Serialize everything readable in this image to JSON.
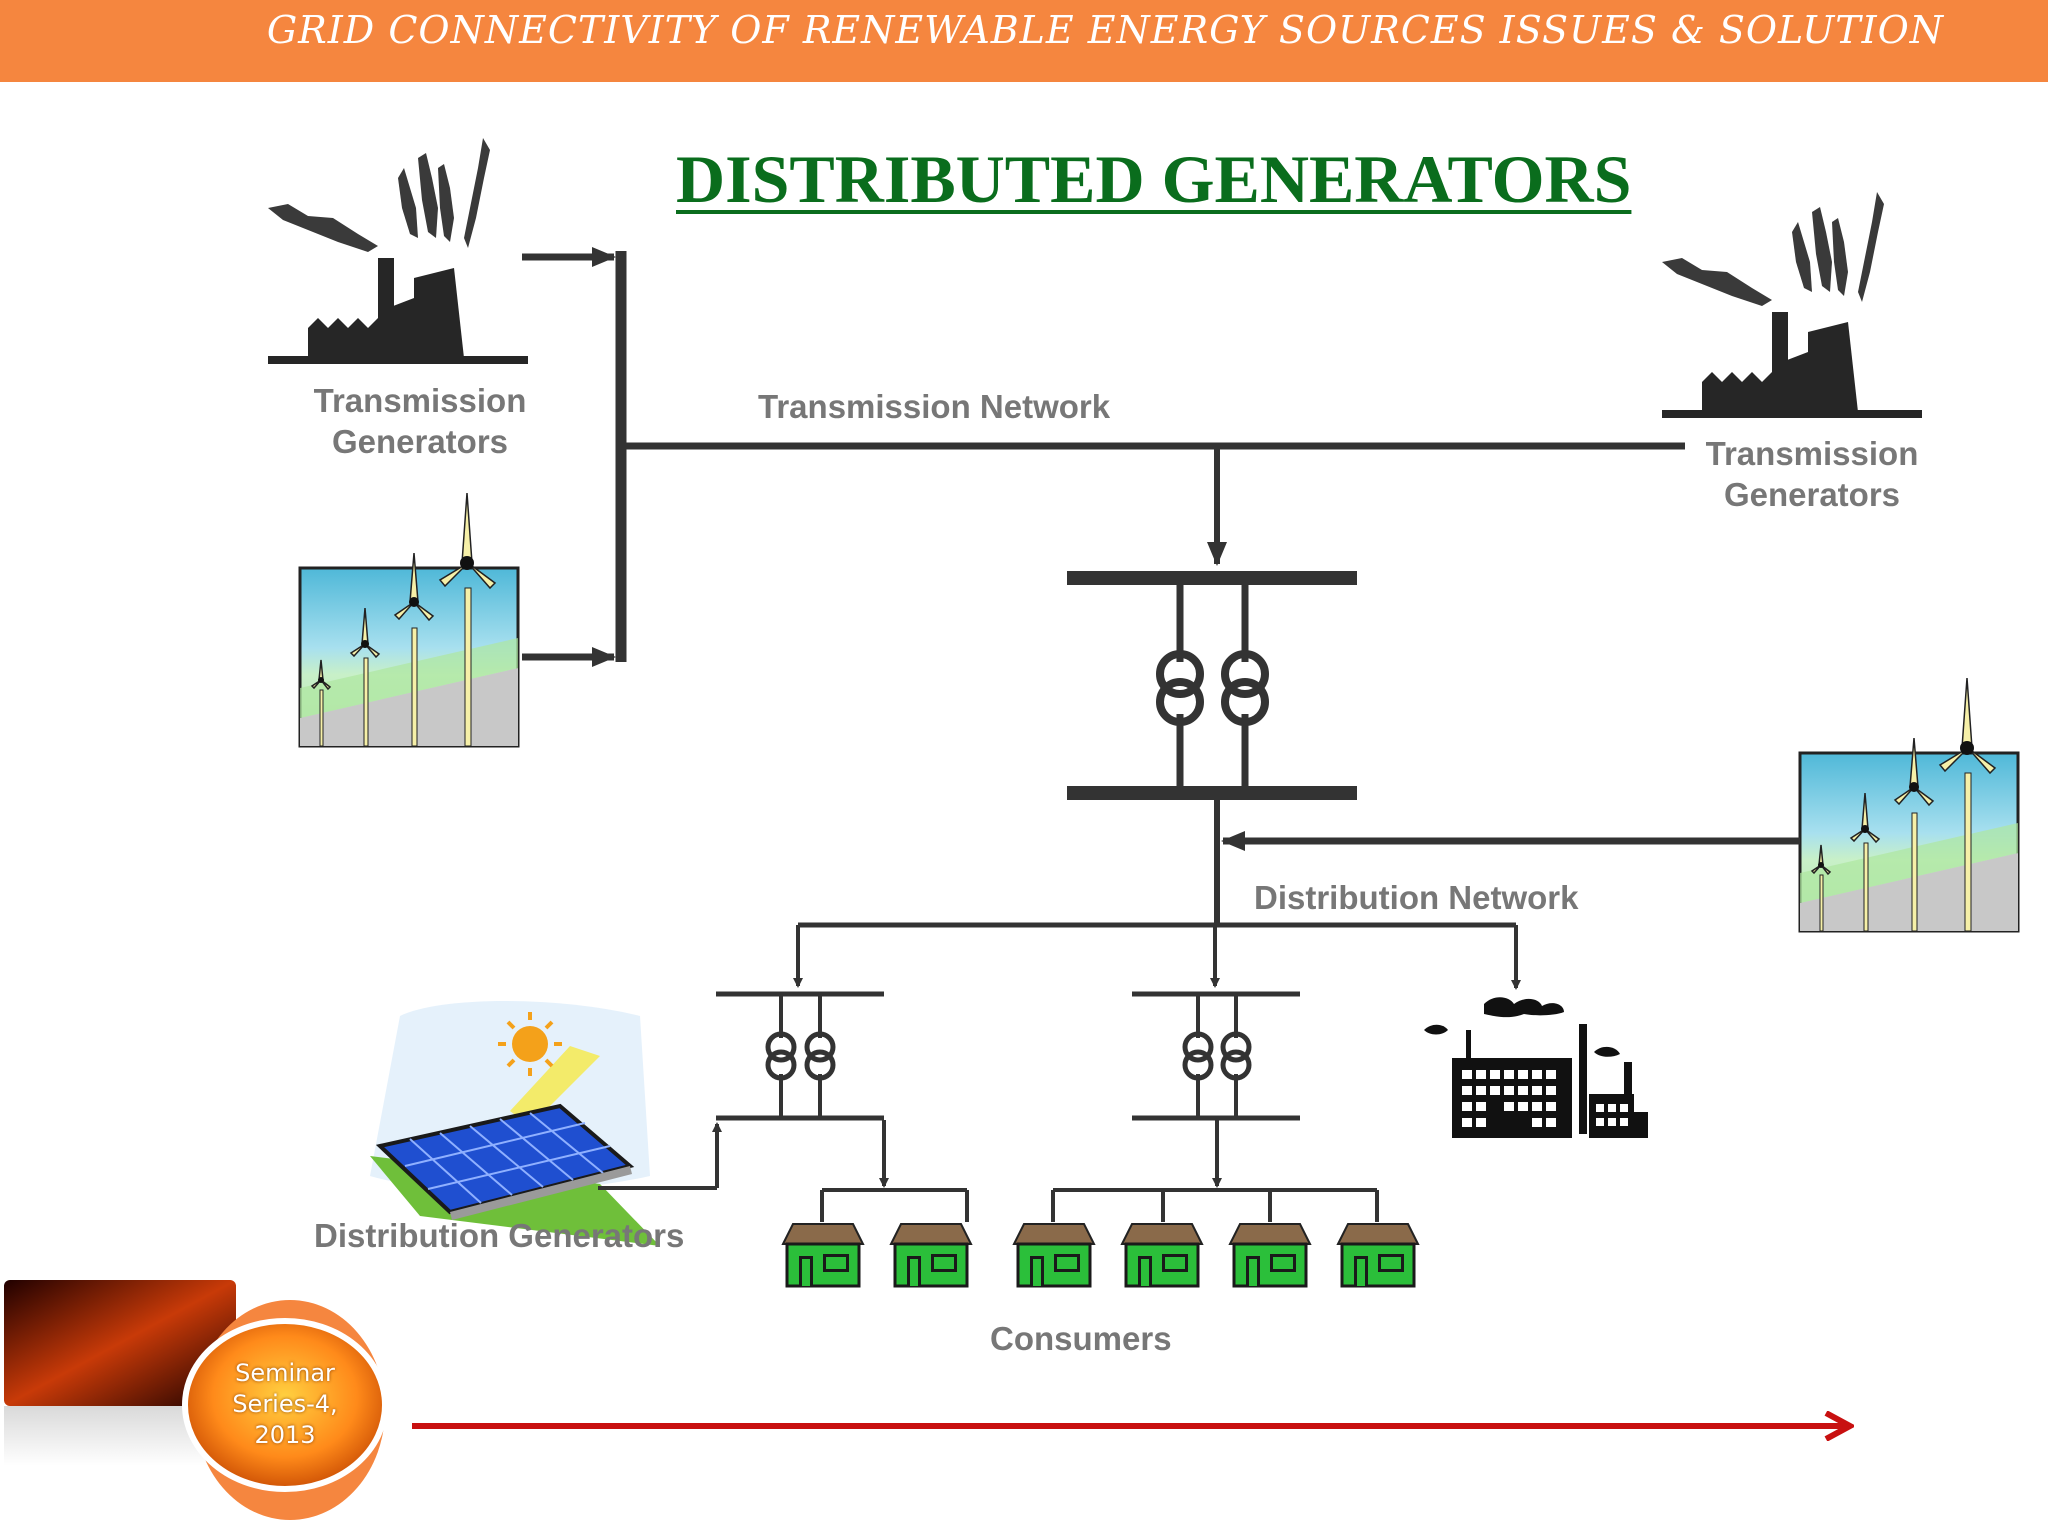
{
  "header": {
    "text": "GRID CONNECTIVITY OF RENEWABLE ENERGY SOURCES ISSUES & SOLUTION"
  },
  "title": "DISTRIBUTED GENERATORS",
  "labels": {
    "transmission_generators_left": "Transmission\nGenerators",
    "transmission_generators_right": "Transmission\nGenerators",
    "transmission_network": "Transmission Network",
    "distribution_network": "Distribution Network",
    "distribution_generators": "Distribution Generators",
    "consumers": "Consumers"
  },
  "badge": {
    "text": "Seminar\nSeries-4,\n2013"
  },
  "colors": {
    "header_bar": "#f5863f",
    "title": "#0a6d1d",
    "label": "#777777",
    "line": "#333333",
    "house_green": "#2bbf3a",
    "house_roof": "#8a6a4a",
    "timeline_arrow": "#c81010"
  },
  "icons": [
    "factory-smoke-icon",
    "wind-turbine-icon",
    "transformer-icon",
    "solar-panel-icon",
    "industrial-building-icon",
    "house-icon",
    "timeline-arrow-icon"
  ]
}
